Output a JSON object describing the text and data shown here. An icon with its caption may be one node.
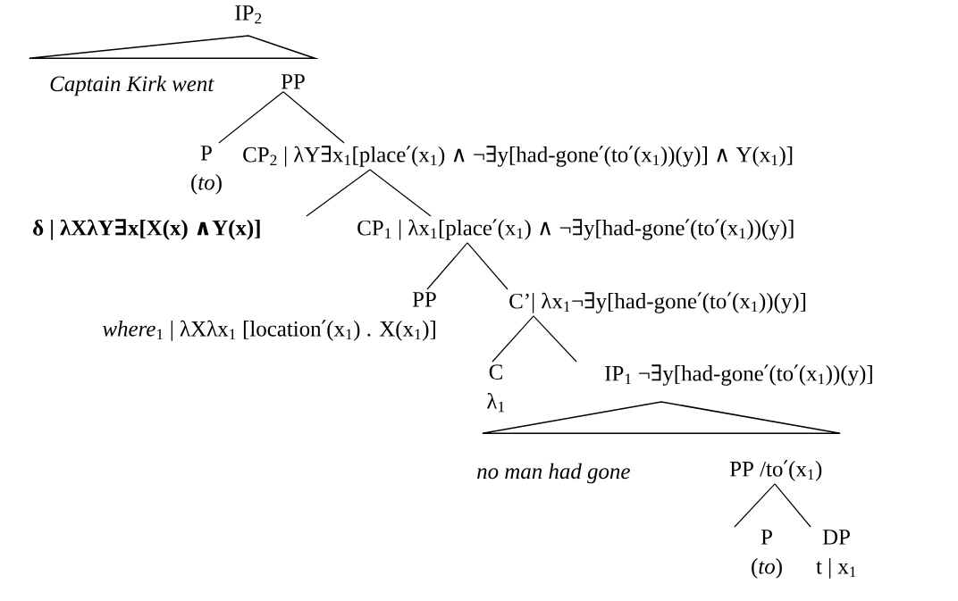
{
  "diagram": {
    "nodes": [
      {
        "text": [
          "IP$_{2}$"
        ]
      },
      {
        "text": [],
        "shape": "triangle"
      },
      {
        "text": [
          "Captain Kirk went"
        ]
      },
      {
        "text": [
          "PP"
        ]
      },
      {
        "text": [
          "P",
          "(*to*)"
        ]
      },
      {
        "text": [
          "CP$_{2}$ | λY∃x$_{1}$[place′(x$_{1}$) ∧ ¬∃y[had-gone′(to′(x$_{1}$))(y)] ∧ Y(x$_{1}$)]"
        ]
      },
      {
        "text": [
          "δ | λXλY∃x[X(x) ∧Y(x)]"
        ]
      },
      {
        "text": [
          "CP$_{1}$ | λx$_{1}$[place′(x$_{1}$) ∧ ¬∃y[had-gone′(to′(x$_{1}$))(y)]"
        ]
      },
      {
        "text": [
          "PP",
          "*where*$_{1}$ | λXλx$_{1}$ [location′(x$_{1}$) . X(x$_{1}$)]"
        ]
      },
      {
        "text": [
          "C’| λx$_{1}$¬∃y[had-gone′(to′(x$_{1}$))(y)]"
        ]
      },
      {
        "text": [
          "C",
          "λ$_{1}$"
        ]
      },
      {
        "text": [
          "IP$_{1}$  ¬∃y[had-gone′(to′(x$_{1}$))(y)]"
        ]
      },
      {
        "text": [],
        "shape": "triangle"
      },
      {
        "text": [
          "no man  had  gone"
        ]
      },
      {
        "text": [
          "PP /to′(x$_{1}$)"
        ]
      },
      {
        "text": [
          "P",
          "(*to*)"
        ]
      },
      {
        "text": [
          "DP",
          "t | x$_{1}$"
        ]
      }
    ],
    "edges": [
      {
        "from": 3,
        "to": 4,
        "arrow": "none"
      },
      {
        "from": 3,
        "to": 5,
        "arrow": "none"
      },
      {
        "from": 5,
        "to": 6,
        "arrow": "none"
      },
      {
        "from": 5,
        "to": 7,
        "arrow": "none"
      },
      {
        "from": 7,
        "to": 8,
        "arrow": "none"
      },
      {
        "from": 7,
        "to": 9,
        "arrow": "none"
      },
      {
        "from": 9,
        "to": 10,
        "arrow": "none"
      },
      {
        "from": 9,
        "to": 11,
        "arrow": "none"
      },
      {
        "from": 14,
        "to": 15,
        "arrow": "none"
      },
      {
        "from": 14,
        "to": 16,
        "arrow": "none"
      }
    ]
  }
}
